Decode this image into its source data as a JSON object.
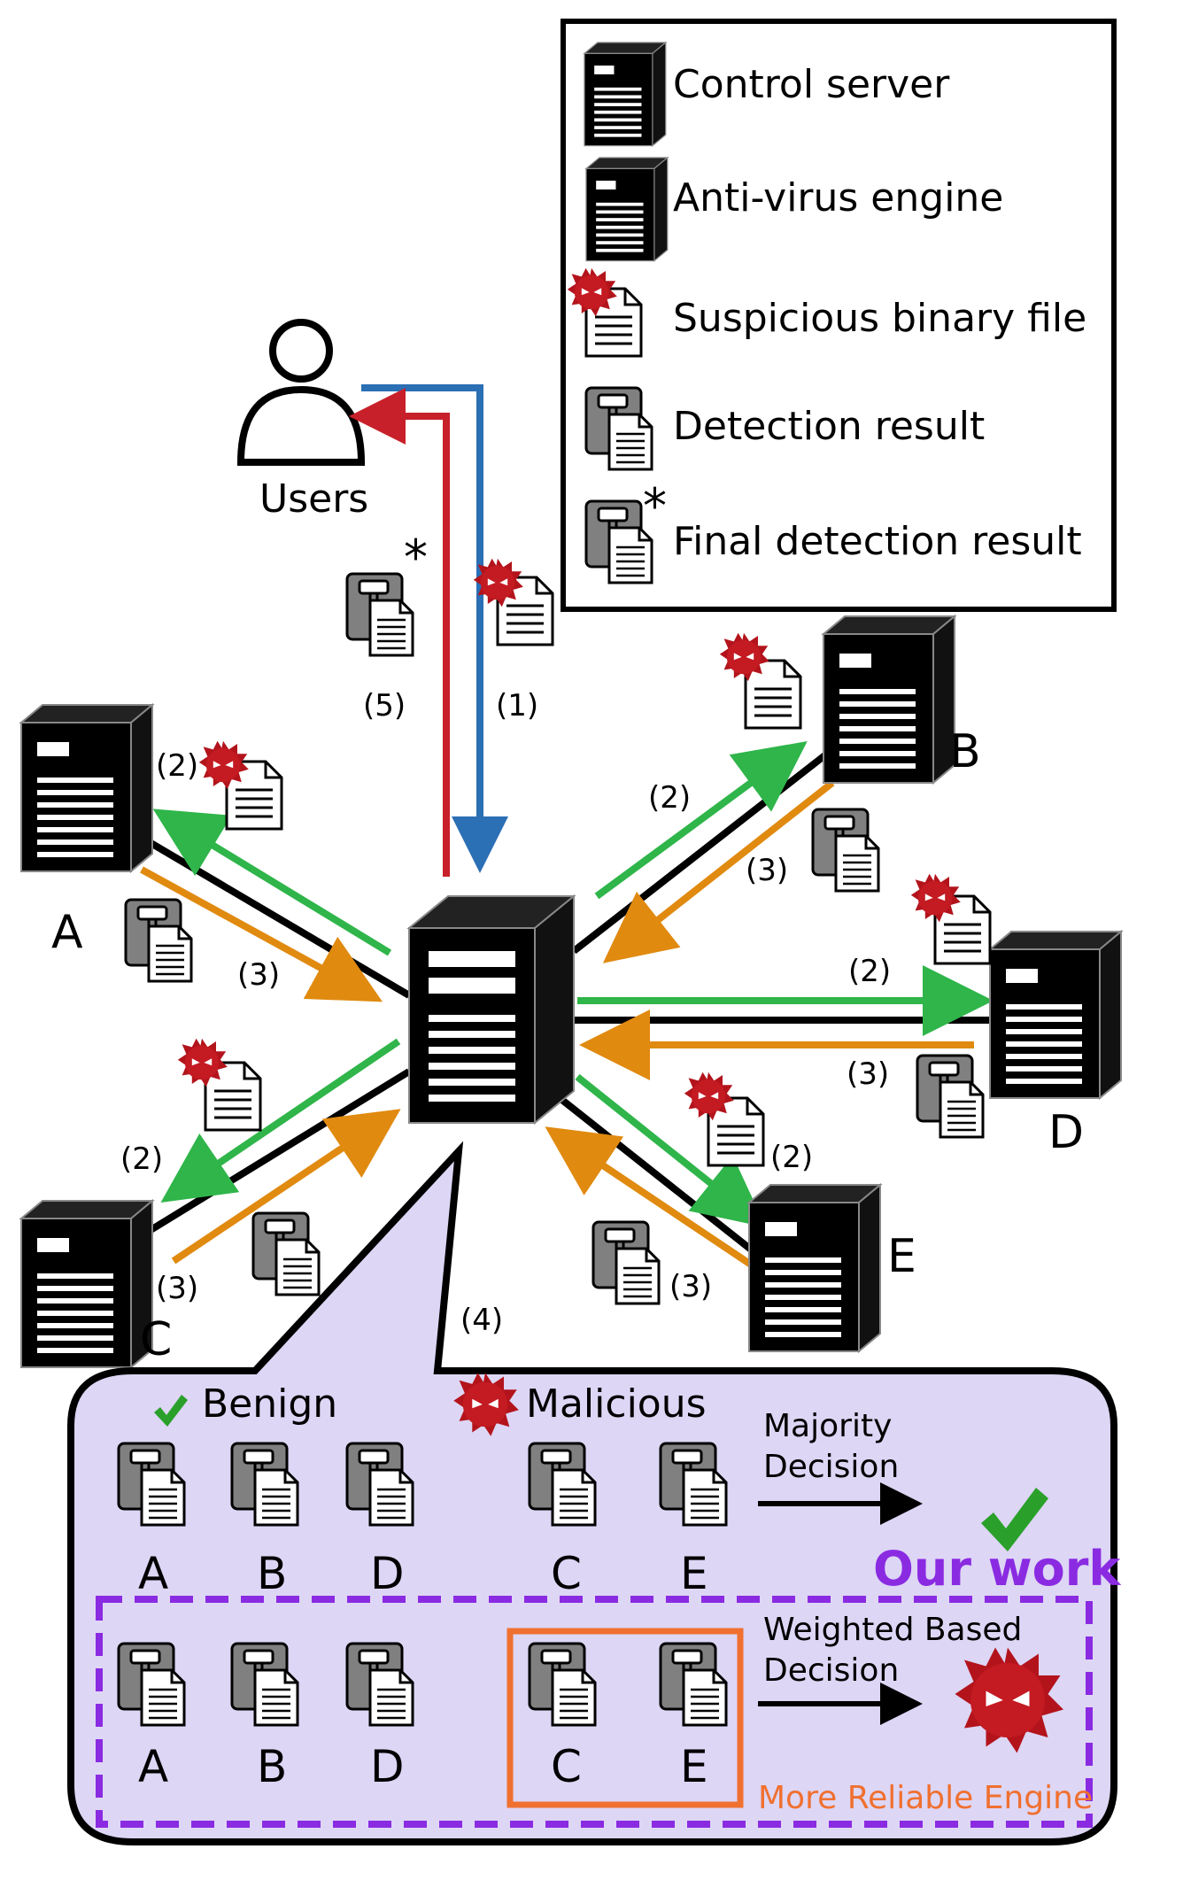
{
  "legend": {
    "control_server": "Control server",
    "antivirus_engine": "Anti-virus engine",
    "suspicious_file": "Suspicious binary file",
    "detection_result": "Detection result",
    "final_detection_result": "Final detection result",
    "asterisk": "*"
  },
  "users": {
    "label": "Users"
  },
  "steps": {
    "s1": "(1)",
    "s2": "(2)",
    "s3": "(3)",
    "s4": "(4)",
    "s5": "(5)"
  },
  "engines": {
    "a": "A",
    "b": "B",
    "c": "C",
    "d": "D",
    "e": "E"
  },
  "panel": {
    "benign": "Benign",
    "malicious": "Malicious",
    "majority_1": "Majority",
    "majority_2": "Decision",
    "weighted_1": "Weighted Based",
    "weighted_2": "Decision",
    "our_work": "Our work",
    "more_reliable": "More Reliable Engine"
  },
  "colors": {
    "blue": "#2b6fb5",
    "red": "#c8202a",
    "green": "#2fb54a",
    "orange": "#e08a10",
    "purple": "#8a2be2",
    "panel_bg": "#ddd6f5",
    "reliable_box": "#f07030",
    "check": "#2aa02a"
  }
}
